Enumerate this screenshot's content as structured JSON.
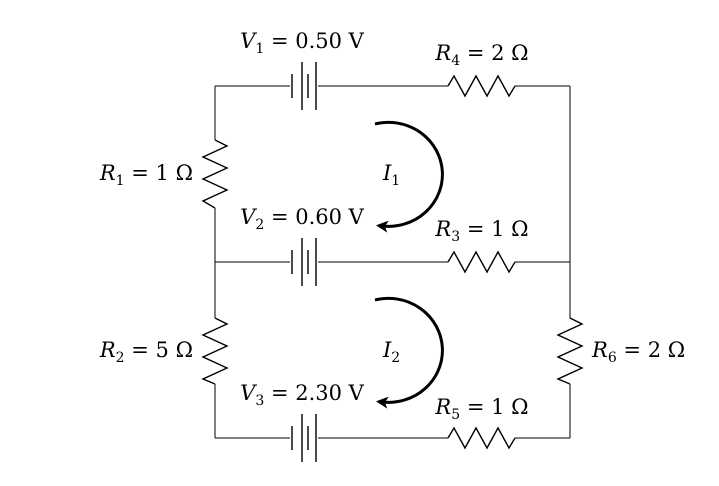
{
  "circuit": {
    "batteries": [
      {
        "name": "V",
        "sub": "1",
        "value": "0.50 V"
      },
      {
        "name": "V",
        "sub": "2",
        "value": "0.60 V"
      },
      {
        "name": "V",
        "sub": "3",
        "value": "2.30 V"
      }
    ],
    "resistors": [
      {
        "name": "R",
        "sub": "1",
        "value": "1 Ω"
      },
      {
        "name": "R",
        "sub": "2",
        "value": "5 Ω"
      },
      {
        "name": "R",
        "sub": "3",
        "value": "1 Ω"
      },
      {
        "name": "R",
        "sub": "4",
        "value": "2 Ω"
      },
      {
        "name": "R",
        "sub": "5",
        "value": "1 Ω"
      },
      {
        "name": "R",
        "sub": "6",
        "value": "2 Ω"
      }
    ],
    "currents": [
      {
        "name": "I",
        "sub": "1"
      },
      {
        "name": "I",
        "sub": "2"
      }
    ]
  }
}
